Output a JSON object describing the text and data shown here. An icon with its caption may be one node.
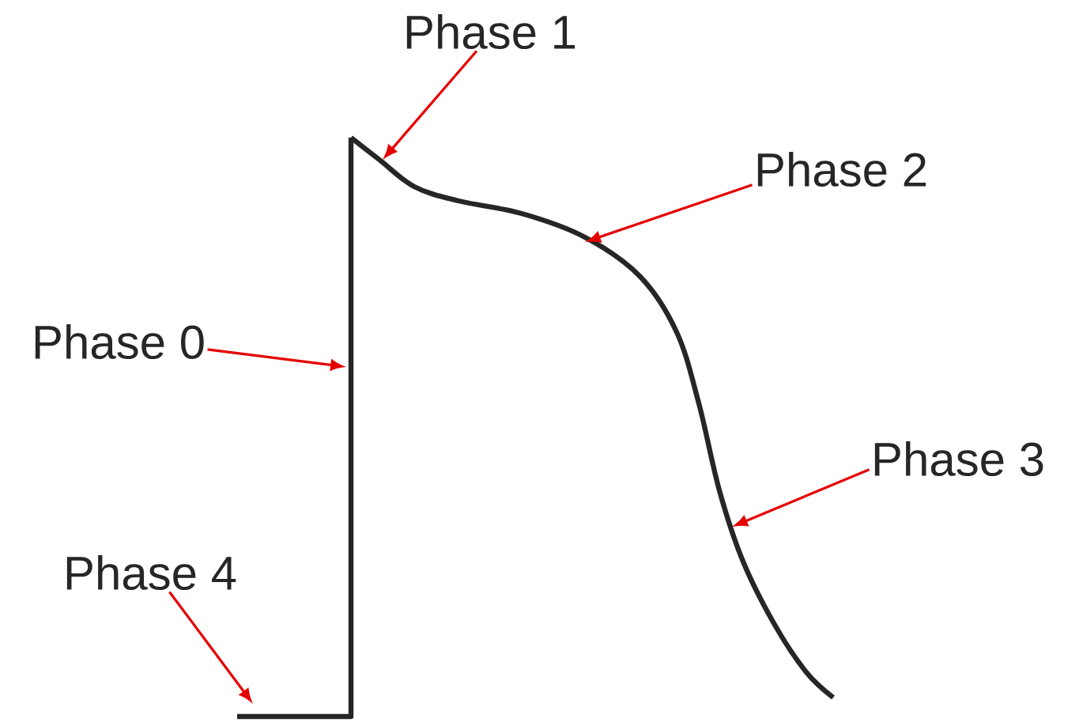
{
  "diagram": {
    "nodes": [
      {
        "text": [
          "Phase 1"
        ]
      },
      {
        "text": [
          "Phase 2"
        ]
      },
      {
        "text": [
          "Phase 0"
        ]
      },
      {
        "text": [
          "Phase 3"
        ]
      },
      {
        "text": [
          "Phase 4"
        ]
      }
    ],
    "edges": [
      {
        "from": 0,
        "to": null,
        "arrow": "to"
      },
      {
        "from": 1,
        "to": null,
        "arrow": "to"
      },
      {
        "from": 2,
        "to": null,
        "arrow": "to"
      },
      {
        "from": 3,
        "to": null,
        "arrow": "to"
      },
      {
        "from": 4,
        "to": null,
        "arrow": "to"
      }
    ]
  }
}
